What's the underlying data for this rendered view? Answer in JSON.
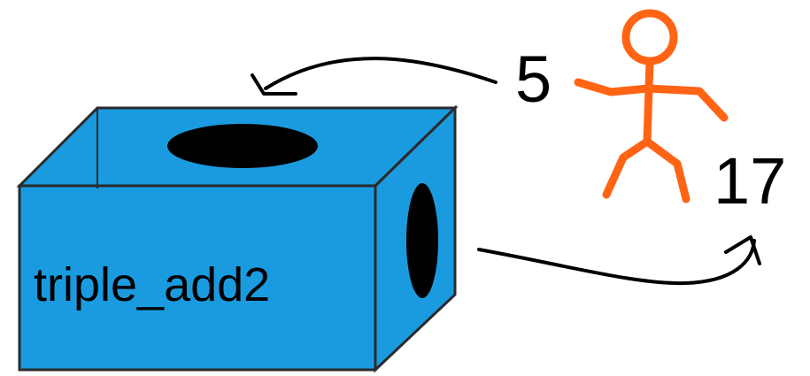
{
  "function_box": {
    "label": "triple_add2",
    "color": "#1a9be0",
    "hole_color": "#000000"
  },
  "input": {
    "value": "5"
  },
  "output": {
    "value": "17"
  },
  "person": {
    "color": "#ff6414"
  },
  "arrows": {
    "color": "#000000"
  }
}
